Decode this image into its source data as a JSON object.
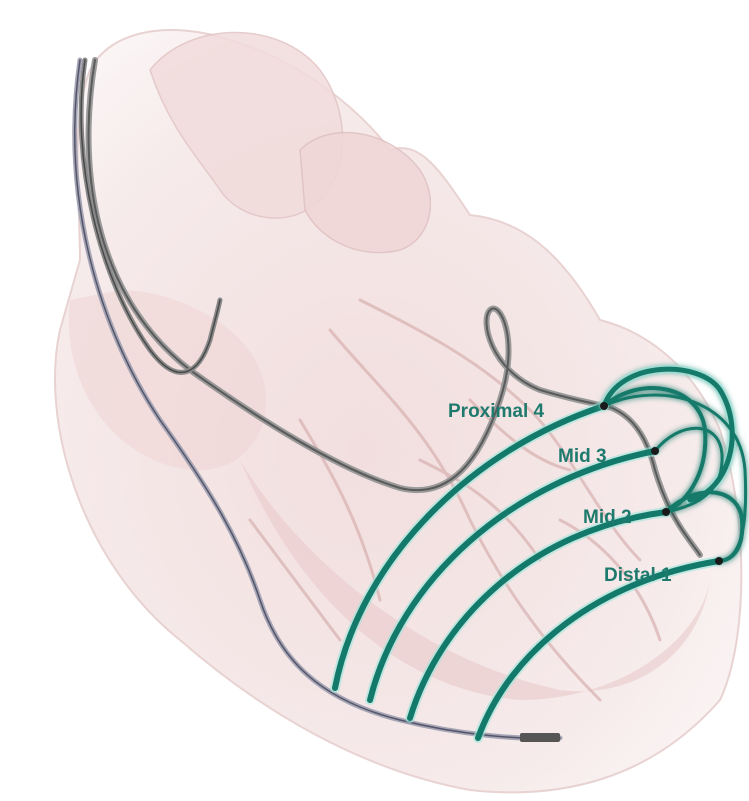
{
  "diagram": {
    "electrodes": [
      {
        "id": "proximal",
        "label": "Proximal 4"
      },
      {
        "id": "mid3",
        "label": "Mid 3"
      },
      {
        "id": "mid2",
        "label": "Mid 2"
      },
      {
        "id": "distal",
        "label": "Distal 1"
      }
    ]
  },
  "colors": {
    "vector": "#137a6b",
    "vector_glow": "#9fe6dc",
    "label": "#1f7a6e",
    "lead": "#7a7a7a",
    "lead_dark": "#4d4d4d",
    "heart_fill": "#f4e4e4",
    "heart_shadow": "#e6cccc",
    "vessel": "#d9b3b3"
  }
}
